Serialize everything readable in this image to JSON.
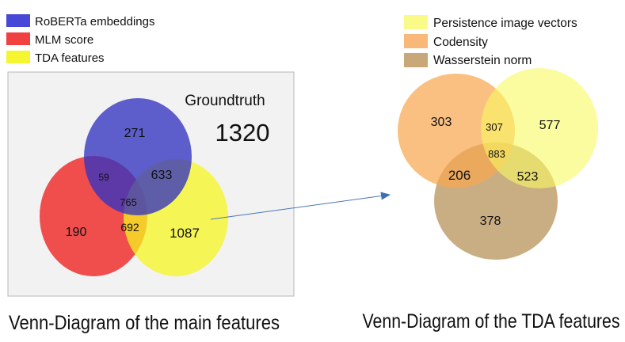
{
  "left_diagram": {
    "legend": [
      {
        "label": "RoBERTa embeddings",
        "color": "#3f3fd0"
      },
      {
        "label": "MLM score",
        "color": "#f03030"
      },
      {
        "label": "TDA features",
        "color": "#f5f53a"
      }
    ],
    "groundtruth_label": "Groundtruth",
    "groundtruth_value": "1320",
    "regions": {
      "roberta_only": "271",
      "roberta_mlm": "59",
      "roberta_tda": "633",
      "all_three": "765",
      "mlm_only": "190",
      "mlm_tda": "692",
      "tda_only": "1087"
    },
    "caption": "Venn-Diagram of the main features"
  },
  "right_diagram": {
    "legend": [
      {
        "label": "Persistence image vectors",
        "color": "#f8f87a"
      },
      {
        "label": "Codensity",
        "color": "#f8b870"
      },
      {
        "label": "Wasserstein norm",
        "color": "#c8a878"
      }
    ],
    "regions": {
      "codensity_only": "303",
      "codensity_persistence": "307",
      "persistence_only": "577",
      "all_three": "883",
      "codensity_wasserstein": "206",
      "persistence_wasserstein": "523",
      "wasserstein_only": "378"
    },
    "caption": "Venn-Diagram of the TDA features"
  },
  "connector_arrow": {
    "color": "#4a78b4"
  }
}
